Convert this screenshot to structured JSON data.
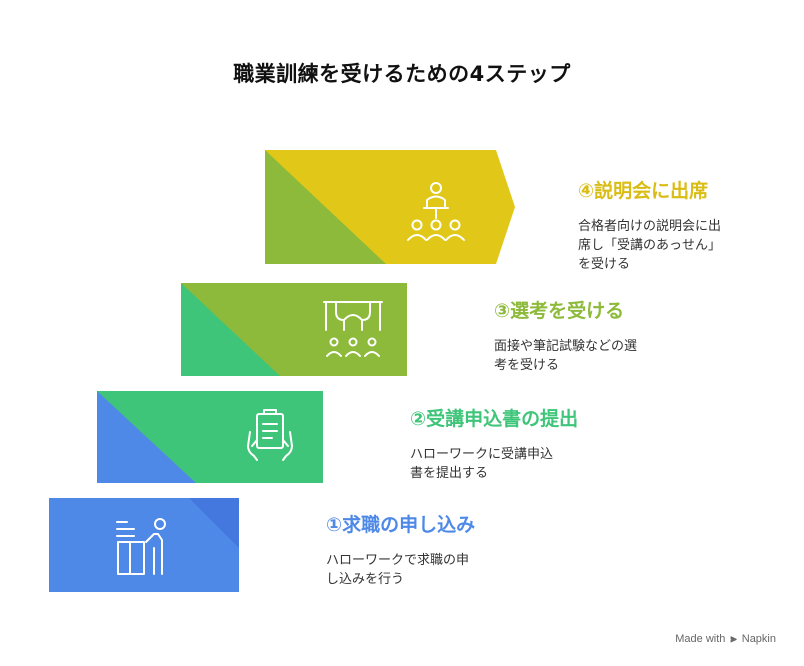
{
  "title": "職業訓練を受けるための4ステップ",
  "steps": [
    {
      "title": "①求職の申し込み",
      "description_lines": [
        "ハローワークで求職の申",
        "し込みを行う"
      ],
      "color": "#4e89e8",
      "icon": "person-at-desk-icon"
    },
    {
      "title": "②受講申込書の提出",
      "description_lines": [
        "ハローワークに受講申込",
        "書を提出する"
      ],
      "color": "#3fc57a",
      "icon": "hands-holding-form-icon"
    },
    {
      "title": "③選考を受ける",
      "description_lines": [
        "面接や筆記試験などの選",
        "考を受ける"
      ],
      "color": "#8dba3a",
      "icon": "exam-hall-icon"
    },
    {
      "title": "④説明会に出席",
      "description_lines": [
        "合格者向けの説明会に出",
        "席し「受講のあっせん」",
        "を受ける"
      ],
      "color": "#e1c818",
      "icon": "presenter-audience-icon"
    }
  ],
  "colors": {
    "step1_fold": "#3f78d8",
    "step2_fold": "#8dba3a",
    "step3_fold": "#8dba3a",
    "step4_fold": "#8dba3a"
  },
  "watermark": {
    "prefix": "Made with",
    "brand": "Napkin"
  }
}
